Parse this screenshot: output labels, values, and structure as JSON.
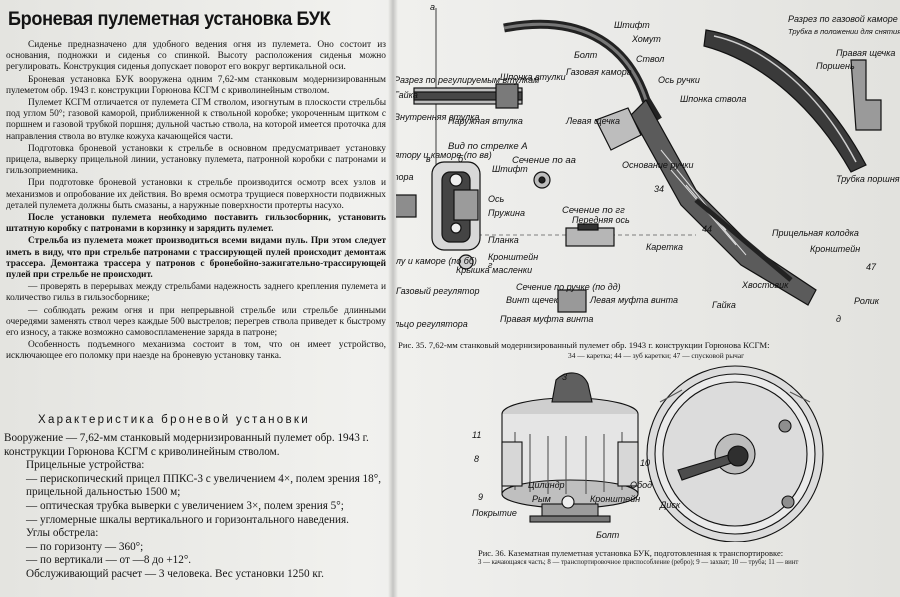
{
  "title": "Броневая пулеметная установка БУК",
  "paragraphs": [
    "Сиденье предназначено для удобного ведения огня из пулемета. Оно состоит из основания, подножки и сиденья со спинкой. Высоту расположения сиденья можно регулировать. Конструкция сиденья допускает поворот его вокруг вертикальной оси.",
    "Броневая установка БУК вооружена одним 7,62-мм станковым модернизированным пулеметом обр. 1943 г. конструкции Горюнова КСГМ с криволинейным стволом.",
    "Пулемет КСГМ отличается от пулемета СГМ стволом, изогнутым в плоскости стрельбы под углом 50°; газовой каморой, приближенной к ствольной коробке; укороченным щитком с поршнем и газовой трубкой поршня; дульной частью ствола, на которой имеется проточка для направления ствола во втулке кожуха качающейся части.",
    "Подготовка броневой установки к стрельбе в основном предусматривает установку прицела, выверку прицельной линии, установку пулемета, патронной коробки с патронами и гильзоприемника.",
    "При подготовке броневой установки к стрельбе производится осмотр всех узлов и механизмов и опробование их действия. Во время осмотра трущиеся поверхности подвижных деталей пулемета должны быть смазаны, а наружные поверхности протерты насухо.",
    "После установки пулемета необходимо поставить гильзосборник, установить штатную коробку с патронами в корзинку и зарядить пулемет.",
    "Стрельба из пулемета может производиться всеми видами пуль. При этом следует иметь в виду, что при стрельбе патронами с трассирующей пулей происходит демонтаж трассера. Демонтажа трассера у патронов с бронебойно-зажигательно-трассирующей пулей при стрельбе не происходит.",
    "— проверять в перерывах между стрельбами надежность заднего крепления пулемета и количество гильз в гильзосборнике;",
    "— соблюдать режим огня и при непрерывной стрельбе или стрельбе длинными очередями заменять ствол через каждые 500 выстрелов; перегрев ствола приведет к быстрому его износу, а также возможно самовоспламенение заряда в патроне;",
    "Особенность подъемного механизма состоит в том, что он имеет устройство, исключающее его поломку при наезде на броневую установку танка."
  ],
  "section_heading": "Характеристика броневой установки",
  "specs": [
    "Вооружение — 7,62-мм станковый модернизированный пулемет обр. 1943 г. конструкции Горюнова КСГМ с криволинейным стволом.",
    "Прицельные устройства:",
    "— перископический прицел ППКС-3 с увеличением 4×, полем зрения 18°, прицельной дальностью 1500 м;",
    "— оптическая трубка выверки с увеличением 3×, полем зрения 5°;",
    "— угломерные шкалы вертикального и горизонтального наведения.",
    "Углы обстрела:",
    "— по горизонту — 360°;",
    "— по вертикали — от —8 до +12°.",
    "Обслуживающий расчет — 3 человека. Вес установки 1250 кг."
  ],
  "fig35": {
    "labels": {
      "sec_regul": "Разрез по регулируемым втулкам",
      "gaika": "Гайка",
      "shponka_vtulki": "Шпонка втулки",
      "vnutr_vtulka": "Внутренняя втулка",
      "narush_vtulka": "Наружная втулка",
      "vid_a": "Вид по стрелке А",
      "sech_regul": "Сечение по регулятору и каморе (по вв)",
      "stopor": "Стопор регулятора",
      "shtift": "Штифт",
      "sech_aa": "Сечение по аа",
      "os": "Ось",
      "pruzhina": "Пружина",
      "planka": "Планка",
      "sech_gg": "Сечение по гг",
      "perednyaya_os": "Передняя ось",
      "kronshtein": "Кронштейн",
      "kryshka": "Крышка масленки",
      "sech_stvolu": "Сечение по стволу и каморе (по бб)",
      "gaz_regul": "Газовый регулятор",
      "kolco": "Кольцо регулятора",
      "sech_ruchke": "Сечение по ручке (по дд)",
      "vint_shechek": "Винт щечек",
      "levaya_mufta": "Левая муфта винта",
      "pravaya_mufta": "Правая муфта винта",
      "bolt": "Болт",
      "shtift2": "Штифт",
      "homut": "Хомут",
      "stvol": "Ствол",
      "gazovaya_kamora": "Газовая камора",
      "ось_ручки": "Ось ручки",
      "shponka_stvola": "Шпонка ствола",
      "levaya_shechka": "Левая щечка",
      "osnovanie": "Основание ручки",
      "sech_gaz": "Разрез по газовой каморе",
      "sech_gaz2": "Трубка в положении для снятия ствола",
      "pravaya_shechka": "Правая щечка",
      "porshen": "Поршень",
      "trubka_porshnya": "Трубка поршня",
      "karetka": "Каретка",
      "pricel_kolodka": "Прицельная колодка",
      "kronshtein2": "Кронштейн",
      "hvostovik": "Хвостовик",
      "gaika2": "Гайка",
      "rolik": "Ролик",
      "n34": "34",
      "n44": "44",
      "n47": "47",
      "a": "а",
      "b": "б",
      "v": "в",
      "g": "г",
      "d": "д"
    },
    "caption": "Рис. 35. 7,62-мм станковый модернизированный пулемет обр. 1943 г. конструкции Горюнова КСГМ:",
    "legend": "34 — каретка; 44 — зуб каретки; 47 — спусковой рычаг"
  },
  "fig36": {
    "labels": {
      "n3": "3",
      "n11": "11",
      "n8": "8",
      "n9": "9",
      "n10": "10",
      "cilindr": "Цилиндр",
      "rym": "Рым",
      "kronshtein": "Кронштейн",
      "obod": "Обод",
      "disk": "Диск",
      "pokrytie": "Покрытие",
      "bolt": "Болт"
    },
    "caption": "Рис. 36. Казематная пулеметная установка БУК, подготовленная к транспортировке:",
    "legend": "3 — качающаяся часть; 8 — транспортировочное приспособление (ребро); 9 — захват; 10 — труба; 11 — винт"
  }
}
